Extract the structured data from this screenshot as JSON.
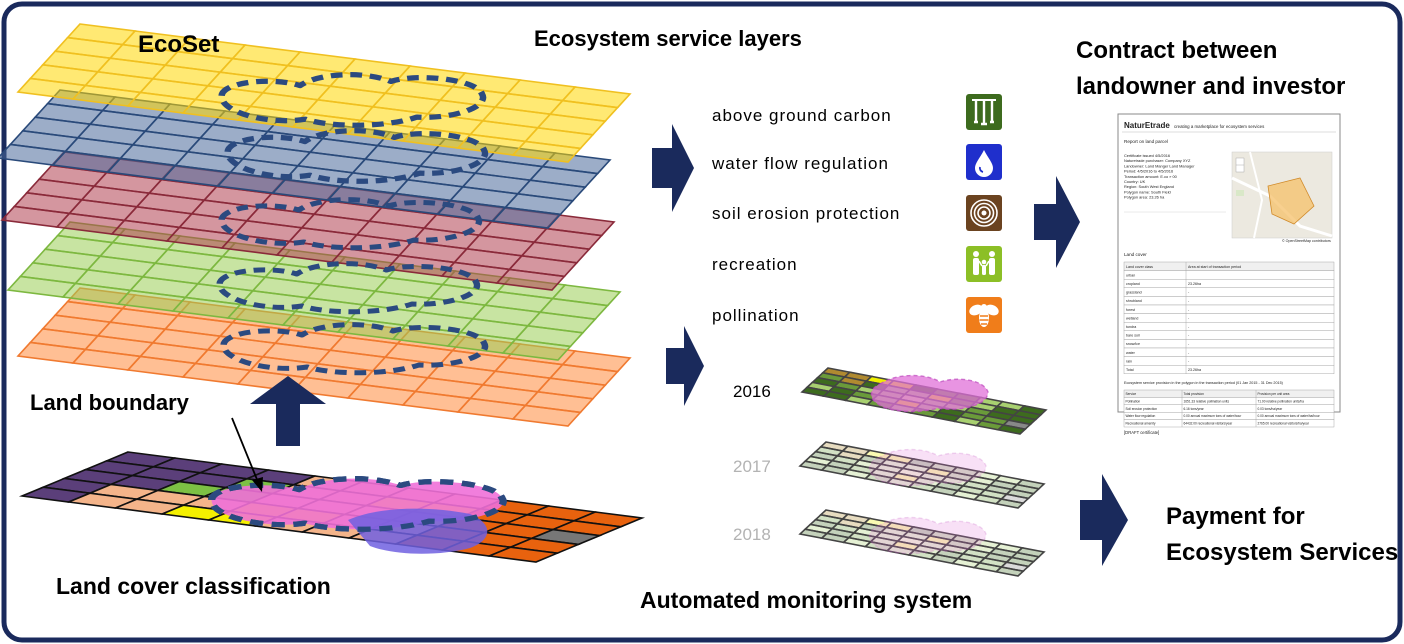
{
  "labels": {
    "ecoset": "EcoSet",
    "layers_heading": "Ecosystem service layers",
    "contract_line1": "Contract between",
    "contract_line2": "landowner and investor",
    "land_boundary": "Land boundary",
    "land_cover": "Land cover classification",
    "monitoring": "Automated monitoring system",
    "payment_line1": "Payment for",
    "payment_line2": "Ecosystem Services"
  },
  "services": [
    {
      "label": "above ground carbon",
      "icon": "tree-icon",
      "color": "#3d6b1e"
    },
    {
      "label": "water flow regulation",
      "icon": "water-drop-icon",
      "color": "#1f2fcc"
    },
    {
      "label": "soil erosion protection",
      "icon": "soil-rings-icon",
      "color": "#6b4320"
    },
    {
      "label": "recreation",
      "icon": "family-icon",
      "color": "#8cbf26"
    },
    {
      "label": "pollination",
      "icon": "bee-icon",
      "color": "#f07d1a"
    }
  ],
  "years": [
    "2016",
    "2017",
    "2018"
  ],
  "certificate": {
    "brand": "NaturEtrade",
    "tagline": "creating a marketplace for ecosystem services",
    "report_title": "Report on land parcel",
    "fields": [
      "Certificate issued 4/5/2016",
      "Naturetrade purchaser: Company XYZ",
      "Landowner: Land Manger Land Manager",
      "Period: 4/5/2016 to 4/5/2016",
      "Transaction amount: E.co » 00",
      "Country: UK",
      "Region: South West England",
      "Polygon name: South Field",
      "Polygon area: 23.26 ha"
    ],
    "map_credit": "© OpenStreetMap contributors",
    "land_cover_heading": "Land cover",
    "lc_columns": [
      "Land cover class",
      "Area at start of transaction period"
    ],
    "lc_rows": [
      [
        "urban",
        ""
      ],
      [
        "cropland",
        "23.26ha"
      ],
      [
        "grassland",
        "-"
      ],
      [
        "shrubland",
        "-"
      ],
      [
        "forest",
        "-"
      ],
      [
        "wetland",
        "-"
      ],
      [
        "tundra",
        "-"
      ],
      [
        "bare soil",
        "-"
      ],
      [
        "snow/ice",
        "-"
      ],
      [
        "water",
        "-"
      ],
      [
        "rain",
        "-"
      ],
      [
        "Total",
        "23.26ha"
      ]
    ],
    "es_heading": "Ecosystem service provision in the polygon in the transaction period (01 Jan 2015 - 31 Dec 2015)",
    "es_columns": [
      "Service",
      "Total provision",
      "Provision per unit area"
    ],
    "es_rows": [
      [
        "Pollination",
        "1651.33 relative pollination units",
        "71.00 relative pollination units/ha"
      ],
      [
        "Soil erosion protection",
        "6.16 tons/year",
        "0.03 tons/ha/year"
      ],
      [
        "Water flow regulation",
        "0.00 annual maximum tons of water/hour",
        "0.00 annual maximum tons of water/ha/hour"
      ],
      [
        "Recreational amenity",
        "64432.00 recreational visitors/year",
        "2765.00 recreational visitors/ha/year"
      ]
    ],
    "footer": "[DRAFT certificate]"
  },
  "colors": {
    "frame": "#1a2a5c",
    "arrow": "#1a2a5c",
    "boundary": "#2b4a80",
    "layer_yellow": "#ffd700",
    "layer_blue": "#4a6a9a",
    "layer_red": "#b04050",
    "layer_green": "#9acd55",
    "layer_orange": "#ff8a3d"
  }
}
